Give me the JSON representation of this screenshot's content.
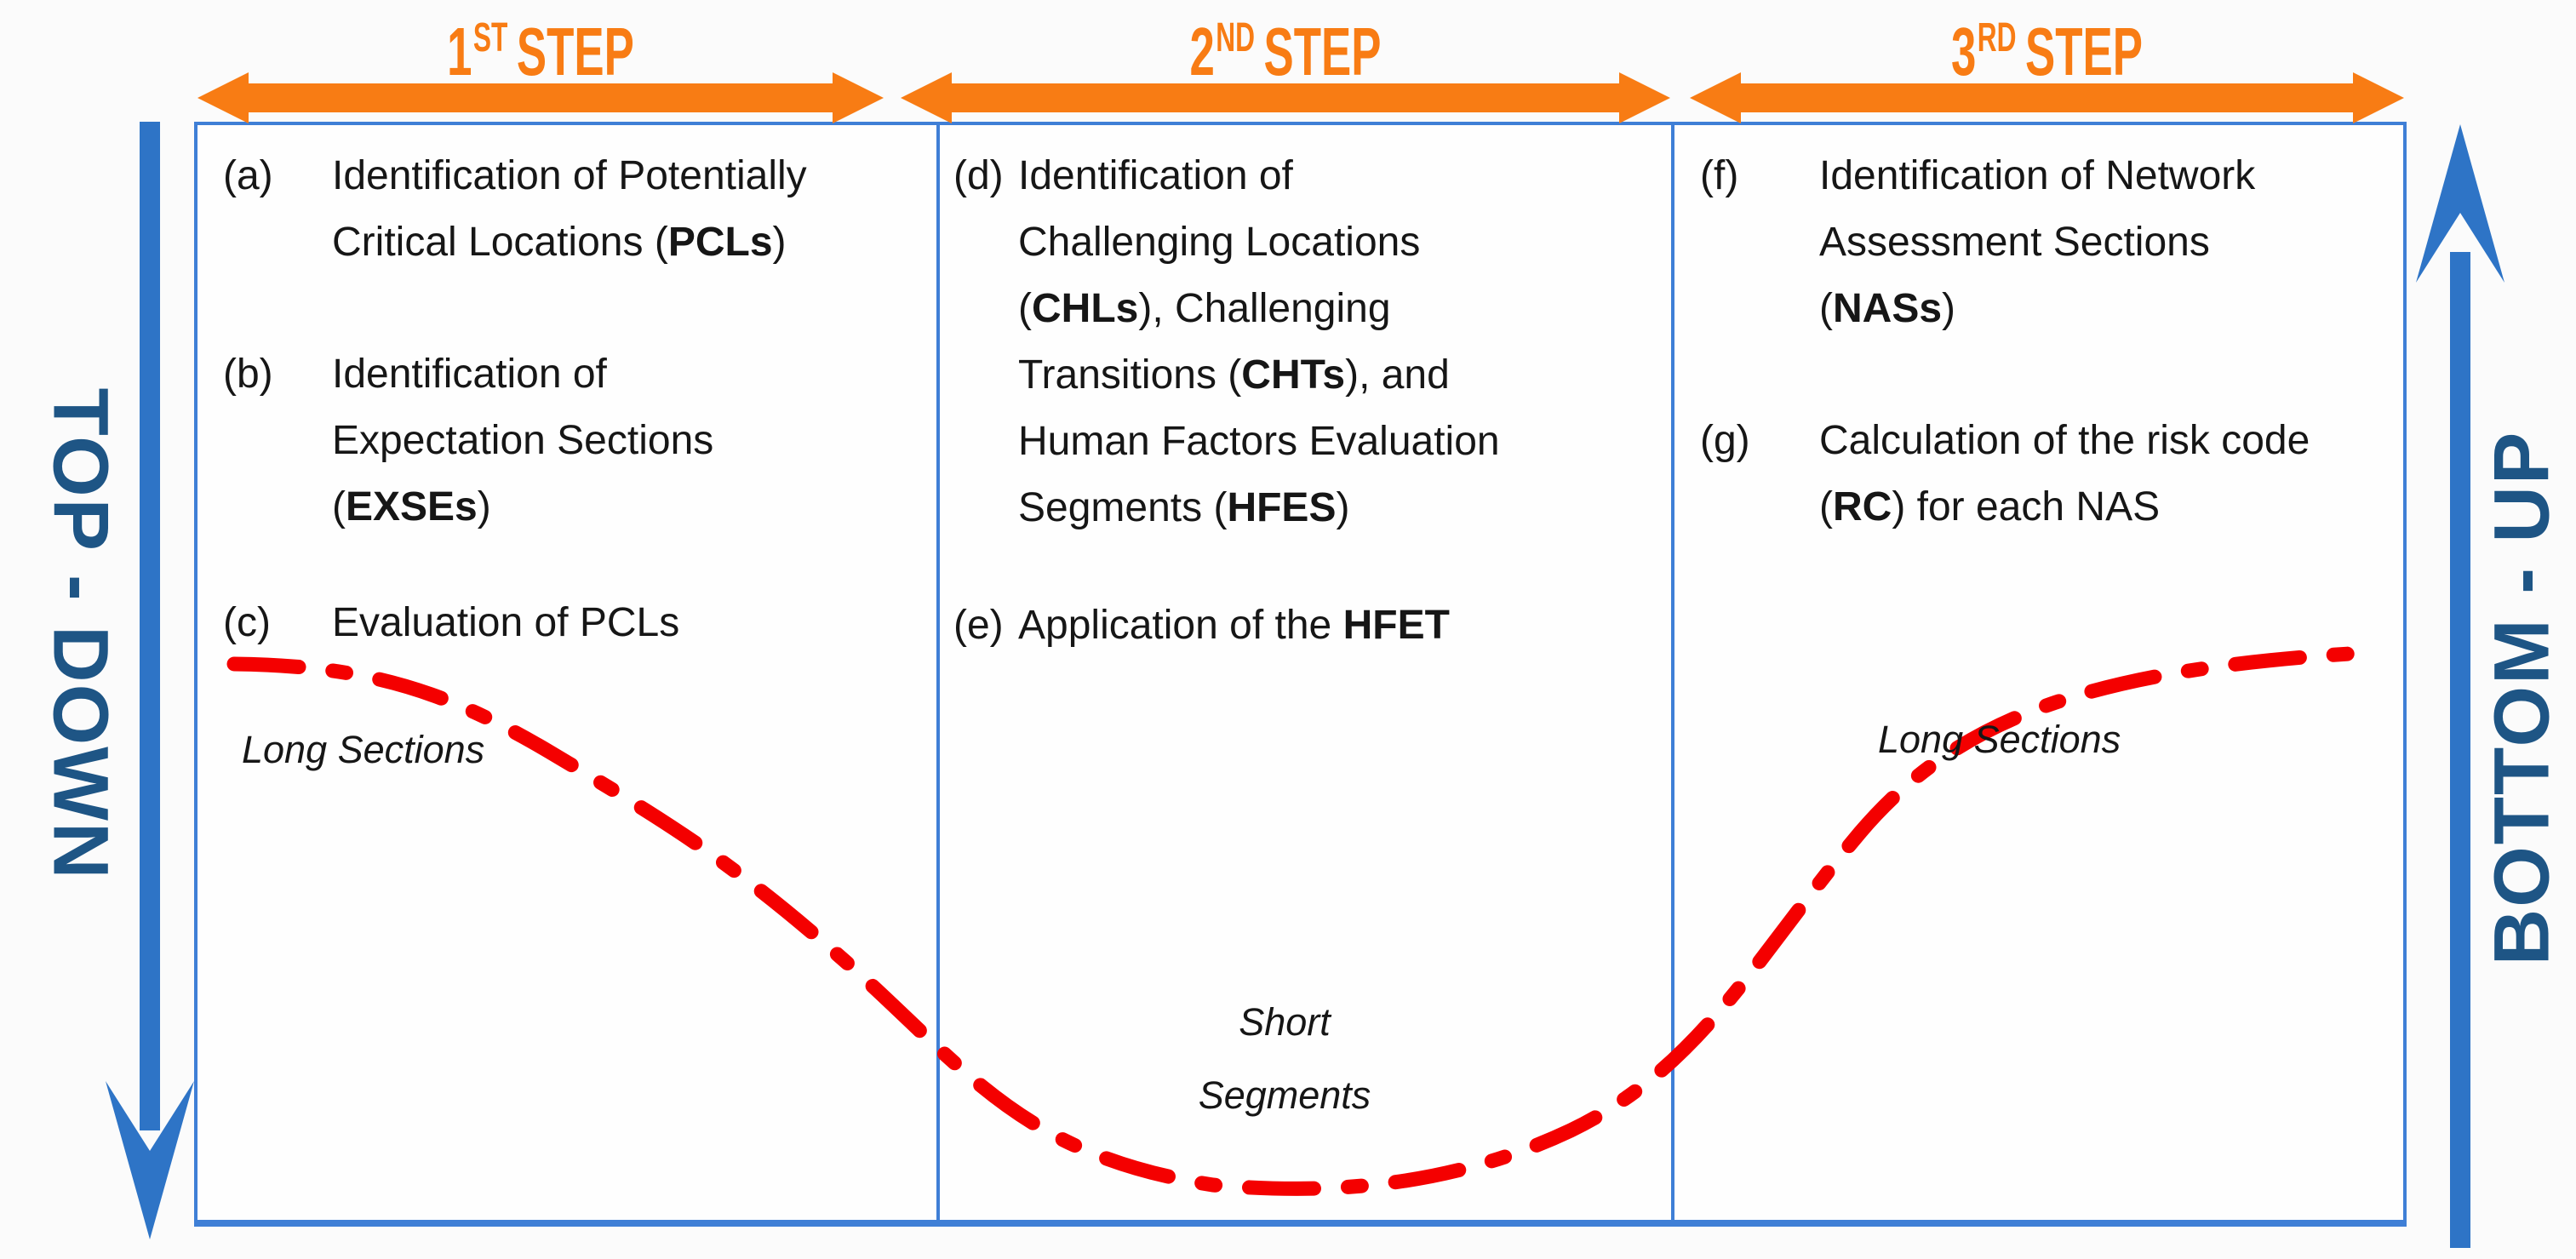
{
  "title": "Three-step road network safety assessment workflow",
  "colors": {
    "orange": "#F87C14",
    "blue": "#2E74C6",
    "border_blue": "#3F7FD6",
    "dark_blue": "#1E5585",
    "red": "#F40000",
    "text": "#161616"
  },
  "steps": [
    {
      "num": "1",
      "sup": "ST",
      "word": "STEP"
    },
    {
      "num": "2",
      "sup": "ND",
      "word": "STEP"
    },
    {
      "num": "3",
      "sup": "RD",
      "word": "STEP"
    }
  ],
  "sides": {
    "left": "TOP - DOWN",
    "right": "BOTTOM - UP"
  },
  "columns": [
    {
      "items": [
        {
          "marker": "(a)",
          "lines": [
            [
              {
                "t": "Identification of Potentially"
              }
            ],
            [
              {
                "t": "Critical Locations ("
              },
              {
                "t": "PCLs",
                "b": true
              },
              {
                "t": ")"
              }
            ]
          ]
        },
        {
          "marker": "(b)",
          "lines": [
            [
              {
                "t": "Identification of"
              }
            ],
            [
              {
                "t": "Expectation Sections"
              }
            ],
            [
              {
                "t": "("
              },
              {
                "t": "EXSEs",
                "b": true
              },
              {
                "t": ")"
              }
            ]
          ]
        },
        {
          "marker": "(c)",
          "lines": [
            [
              {
                "t": "Evaluation of PCLs"
              }
            ]
          ]
        }
      ],
      "caption": "Long Sections"
    },
    {
      "items": [
        {
          "marker": "(d)",
          "lines": [
            [
              {
                "t": "Identification of"
              }
            ],
            [
              {
                "t": "Challenging Locations"
              }
            ],
            [
              {
                "t": "("
              },
              {
                "t": "CHLs",
                "b": true
              },
              {
                "t": "), Challenging"
              }
            ],
            [
              {
                "t": "Transitions ("
              },
              {
                "t": "CHTs",
                "b": true
              },
              {
                "t": "), and"
              }
            ],
            [
              {
                "t": "Human Factors Evaluation"
              }
            ],
            [
              {
                "t": "Segments ("
              },
              {
                "t": "HFES",
                "b": true
              },
              {
                "t": ")"
              }
            ]
          ]
        },
        {
          "marker": "(e)",
          "lines": [
            [
              {
                "t": "Application of the "
              },
              {
                "t": "HFET",
                "b": true
              }
            ]
          ]
        }
      ],
      "caption_lines": [
        "Short",
        "Segments"
      ]
    },
    {
      "items": [
        {
          "marker": "(f)",
          "lines": [
            [
              {
                "t": "Identification of Network"
              }
            ],
            [
              {
                "t": "Assessment Sections"
              }
            ],
            [
              {
                "t": "("
              },
              {
                "t": "NASs",
                "b": true
              },
              {
                "t": ")"
              }
            ]
          ]
        },
        {
          "marker": "(g)",
          "lines": [
            [
              {
                "t": "Calculation of the risk code"
              }
            ],
            [
              {
                "t": "("
              },
              {
                "t": "RC",
                "b": true
              },
              {
                "t": ") for each NAS"
              }
            ]
          ]
        }
      ],
      "caption": "Long Sections"
    }
  ]
}
